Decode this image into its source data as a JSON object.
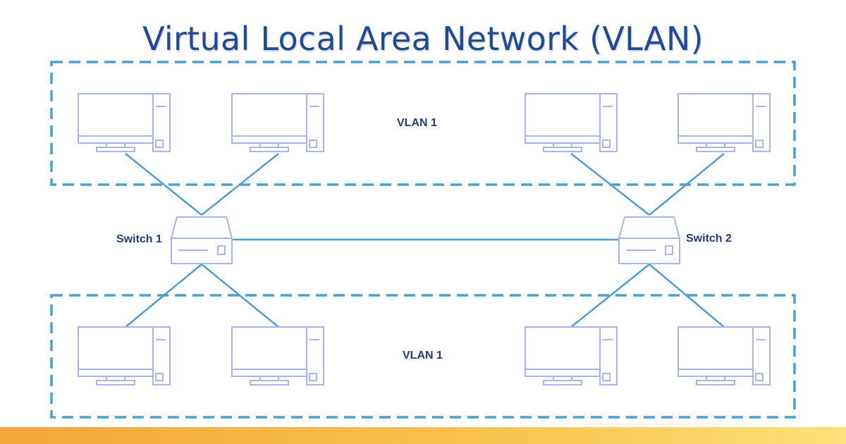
{
  "title": "Virtual Local Area Network (VLAN)",
  "groups": {
    "top": {
      "label": "VLAN 1"
    },
    "bottom": {
      "label": "VLAN 1"
    }
  },
  "switches": {
    "switch1": {
      "label": "Switch 1"
    },
    "switch2": {
      "label": "Switch 2"
    }
  },
  "colors": {
    "title": "#1e4a9c",
    "label": "#1e3f7c",
    "link": "#4a9fd4",
    "dashed_border": "#4a9fd4",
    "device_outline": "#a9b4ec",
    "accent_band": [
      "#f4a63a",
      "#fbe27a"
    ]
  },
  "icons": {
    "computer": "desktop-computer-icon",
    "switch": "network-switch-icon"
  }
}
